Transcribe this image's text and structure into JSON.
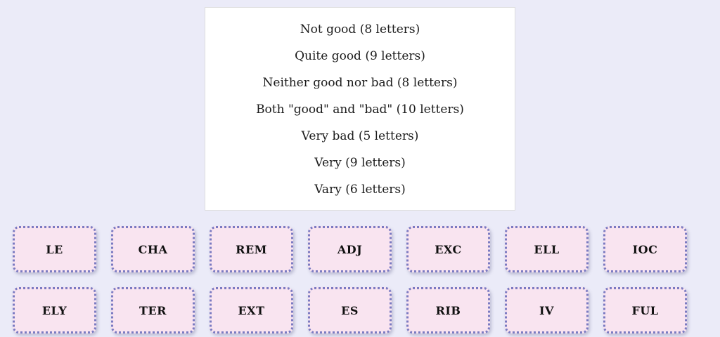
{
  "page": {
    "background_color": "#ebebf8",
    "accent_tile_fill": "#f9e4f0",
    "accent_tile_border": "#7b7bc2"
  },
  "clue_card": {
    "clues": [
      "Not good (8 letters)",
      "Quite good (9 letters)",
      "Neither good nor bad (8 letters)",
      "Both \"good\" and \"bad\" (10 letters)",
      "Very bad (5 letters)",
      "Very (9 letters)",
      "Vary (6 letters)"
    ]
  },
  "tiles": {
    "fragments": [
      "LE",
      "CHA",
      "REM",
      "ADJ",
      "EXC",
      "ELL",
      "IOC",
      "ELY",
      "TER",
      "EXT",
      "ES",
      "RIB",
      "IV",
      "FUL"
    ]
  }
}
